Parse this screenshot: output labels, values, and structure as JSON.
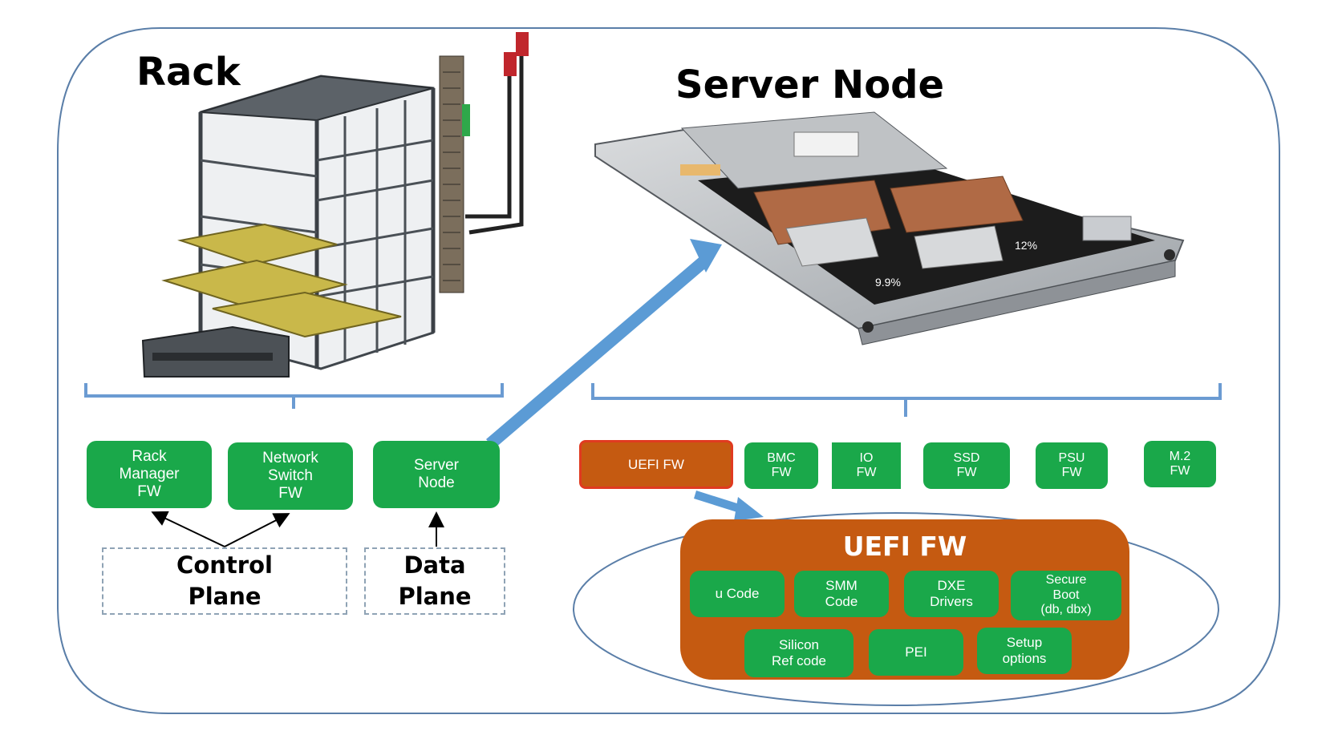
{
  "titles": {
    "rack": "Rack",
    "server_node": "Server Node"
  },
  "left_boxes": {
    "rack_manager": "Rack\nManager\nFW",
    "network_switch": "Network\nSwitch\nFW",
    "server_node": "Server\nNode"
  },
  "planes": {
    "control": "Control\nPlane",
    "data": "Data\nPlane"
  },
  "server_fw": {
    "uefi": "UEFI FW",
    "bmc": "BMC\nFW",
    "io": "IO\nFW",
    "ssd": "SSD\nFW",
    "psu": "PSU\nFW",
    "m2": "M.2\nFW"
  },
  "uefi_detail": {
    "title": "UEFI FW",
    "ucode": "u Code",
    "smm": "SMM\nCode",
    "dxe": "DXE\nDrivers",
    "secure_boot": "Secure\nBoot\n(db, dbx)",
    "silicon": "Silicon\nRef code",
    "pei": "PEI",
    "setup": "Setup\noptions"
  },
  "server_image_labels": {
    "a": "12%",
    "b": "9.9%"
  },
  "colors": {
    "green": "#1aa84a",
    "orange": "#c55a11",
    "orange_border": "#e03a20",
    "blue_arrow": "#5b9bd5",
    "bracket": "#6b9bd2",
    "frame": "#5a7ea8"
  }
}
